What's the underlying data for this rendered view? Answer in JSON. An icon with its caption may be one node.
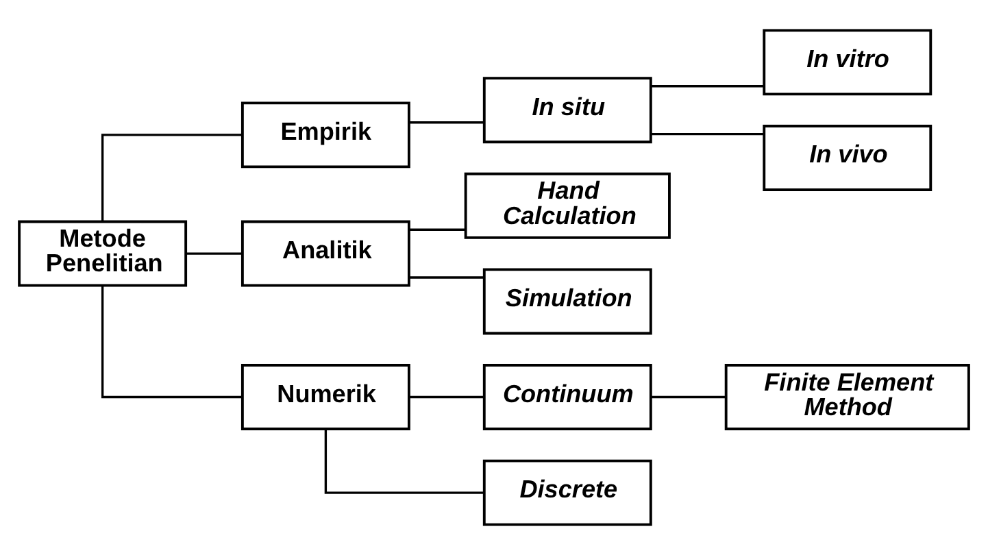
{
  "diagram": {
    "nodes": [
      {
        "text": [
          "Metode Penelitian"
        ]
      },
      {
        "text": [
          "Empirik"
        ]
      },
      {
        "text": [
          "Analitik"
        ]
      },
      {
        "text": [
          "Numerik"
        ]
      },
      {
        "text": [
          "In situ"
        ]
      },
      {
        "text": [
          "In vitro"
        ]
      },
      {
        "text": [
          "In vivo"
        ]
      },
      {
        "text": [
          "Hand Calculation"
        ]
      },
      {
        "text": [
          "Simulation"
        ]
      },
      {
        "text": [
          "Continuum"
        ]
      },
      {
        "text": [
          "Discrete"
        ]
      },
      {
        "text": [
          "Finite Element Method"
        ]
      }
    ],
    "edges": [
      {
        "from": 0,
        "to": 1,
        "arrow": "none"
      },
      {
        "from": 0,
        "to": 2,
        "arrow": "none"
      },
      {
        "from": 0,
        "to": 3,
        "arrow": "none"
      },
      {
        "from": 1,
        "to": 4,
        "arrow": "none"
      },
      {
        "from": 4,
        "to": 5,
        "arrow": "none"
      },
      {
        "from": 4,
        "to": 6,
        "arrow": "none"
      },
      {
        "from": 2,
        "to": 7,
        "arrow": "none"
      },
      {
        "from": 2,
        "to": 8,
        "arrow": "none"
      },
      {
        "from": 3,
        "to": 9,
        "arrow": "none"
      },
      {
        "from": 3,
        "to": 10,
        "arrow": "none"
      },
      {
        "from": 9,
        "to": 11,
        "arrow": "none"
      }
    ]
  }
}
